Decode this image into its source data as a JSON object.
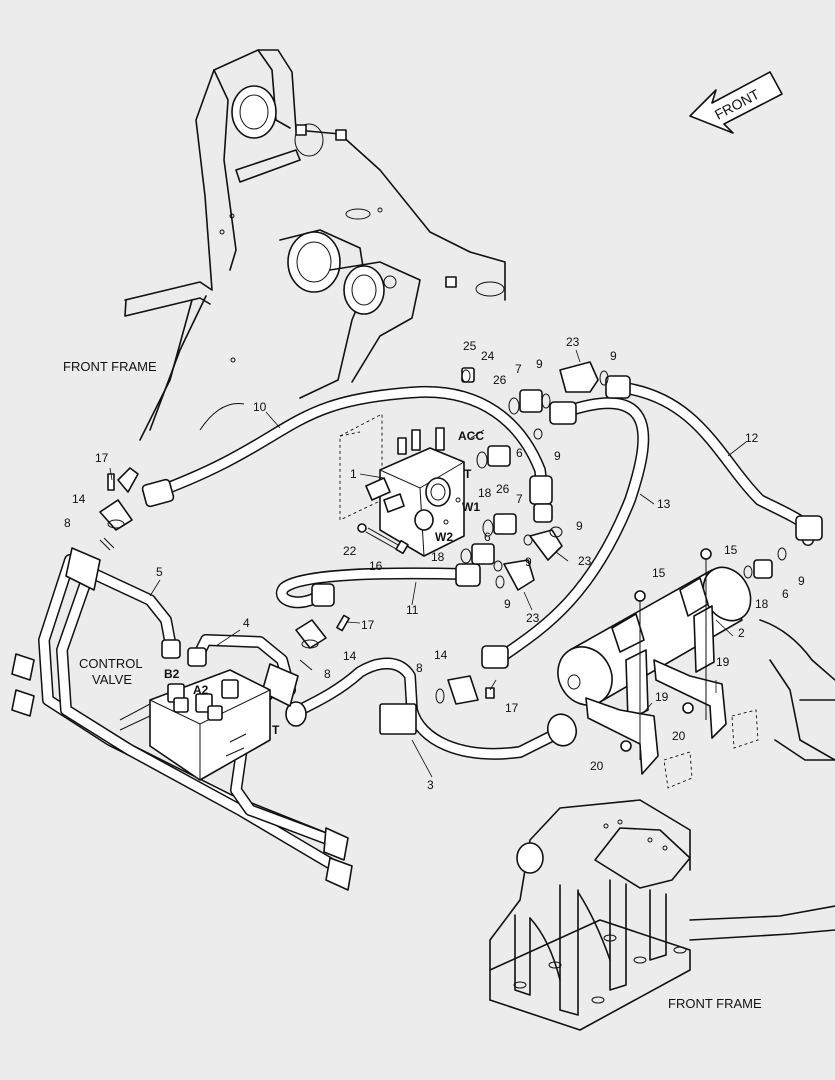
{
  "labels": {
    "front_arrow": "FRONT",
    "front_frame_top": "FRONT FRAME",
    "front_frame_bottom": "FRONT FRAME",
    "control_valve_line1": "CONTROL",
    "control_valve_line2": "VALVE"
  },
  "ports": {
    "acc": "ACC",
    "t_block": "T",
    "w1": "W1",
    "w2": "W2",
    "b2": "B2",
    "a2": "A2",
    "t_valve": "T"
  },
  "callouts": {
    "c1": "1",
    "c2": "2",
    "c3": "3",
    "c4": "4",
    "c5": "5",
    "c6a": "6",
    "c6b": "6",
    "c6c": "6",
    "c7a": "7",
    "c7b": "7",
    "c8a": "8",
    "c8b": "8",
    "c8c": "8",
    "c9a": "9",
    "c9b": "9",
    "c9c": "9",
    "c9d": "9",
    "c9e": "9",
    "c9f": "9",
    "c9g": "9",
    "c10": "10",
    "c11": "11",
    "c12": "12",
    "c13": "13",
    "c14a": "14",
    "c14b": "14",
    "c14c": "14",
    "c15a": "15",
    "c15b": "15",
    "c16": "16",
    "c17a": "17",
    "c17b": "17",
    "c17c": "17",
    "c18a": "18",
    "c18b": "18",
    "c18c": "18",
    "c19a": "19",
    "c19b": "19",
    "c20a": "20",
    "c20b": "20",
    "c22": "22",
    "c23a": "23",
    "c23b": "23",
    "c23c": "23",
    "c24": "24",
    "c25": "25",
    "c26a": "26",
    "c26b": "26"
  }
}
